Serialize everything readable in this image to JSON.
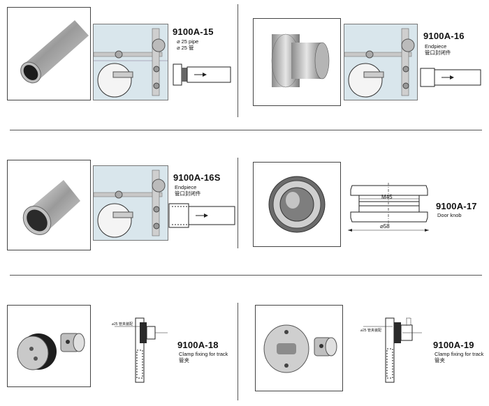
{
  "products": [
    {
      "code": "9100A-15",
      "lines": [
        "⌀ 25 pipe",
        "⌀ 25 管"
      ]
    },
    {
      "code": "9100A-16",
      "lines": [
        "Endpiece",
        "管口封闭件"
      ]
    },
    {
      "code": "9100A-16S",
      "lines": [
        "Endpiece",
        "管口封闭件"
      ]
    },
    {
      "code": "9100A-17",
      "lines": [
        "Door knob"
      ]
    },
    {
      "code": "9100A-18",
      "lines": [
        "Clamp fixing for track",
        "管夹"
      ]
    },
    {
      "code": "9100A-19",
      "lines": [
        "Clamp fixing for track",
        "管夹"
      ]
    }
  ],
  "dimensions": {
    "m45": "M45",
    "d58": "⌀58"
  },
  "drawing_notes": {
    "note18": "⌀25 管夹装配",
    "note19": "⌀25 管夹装配"
  }
}
